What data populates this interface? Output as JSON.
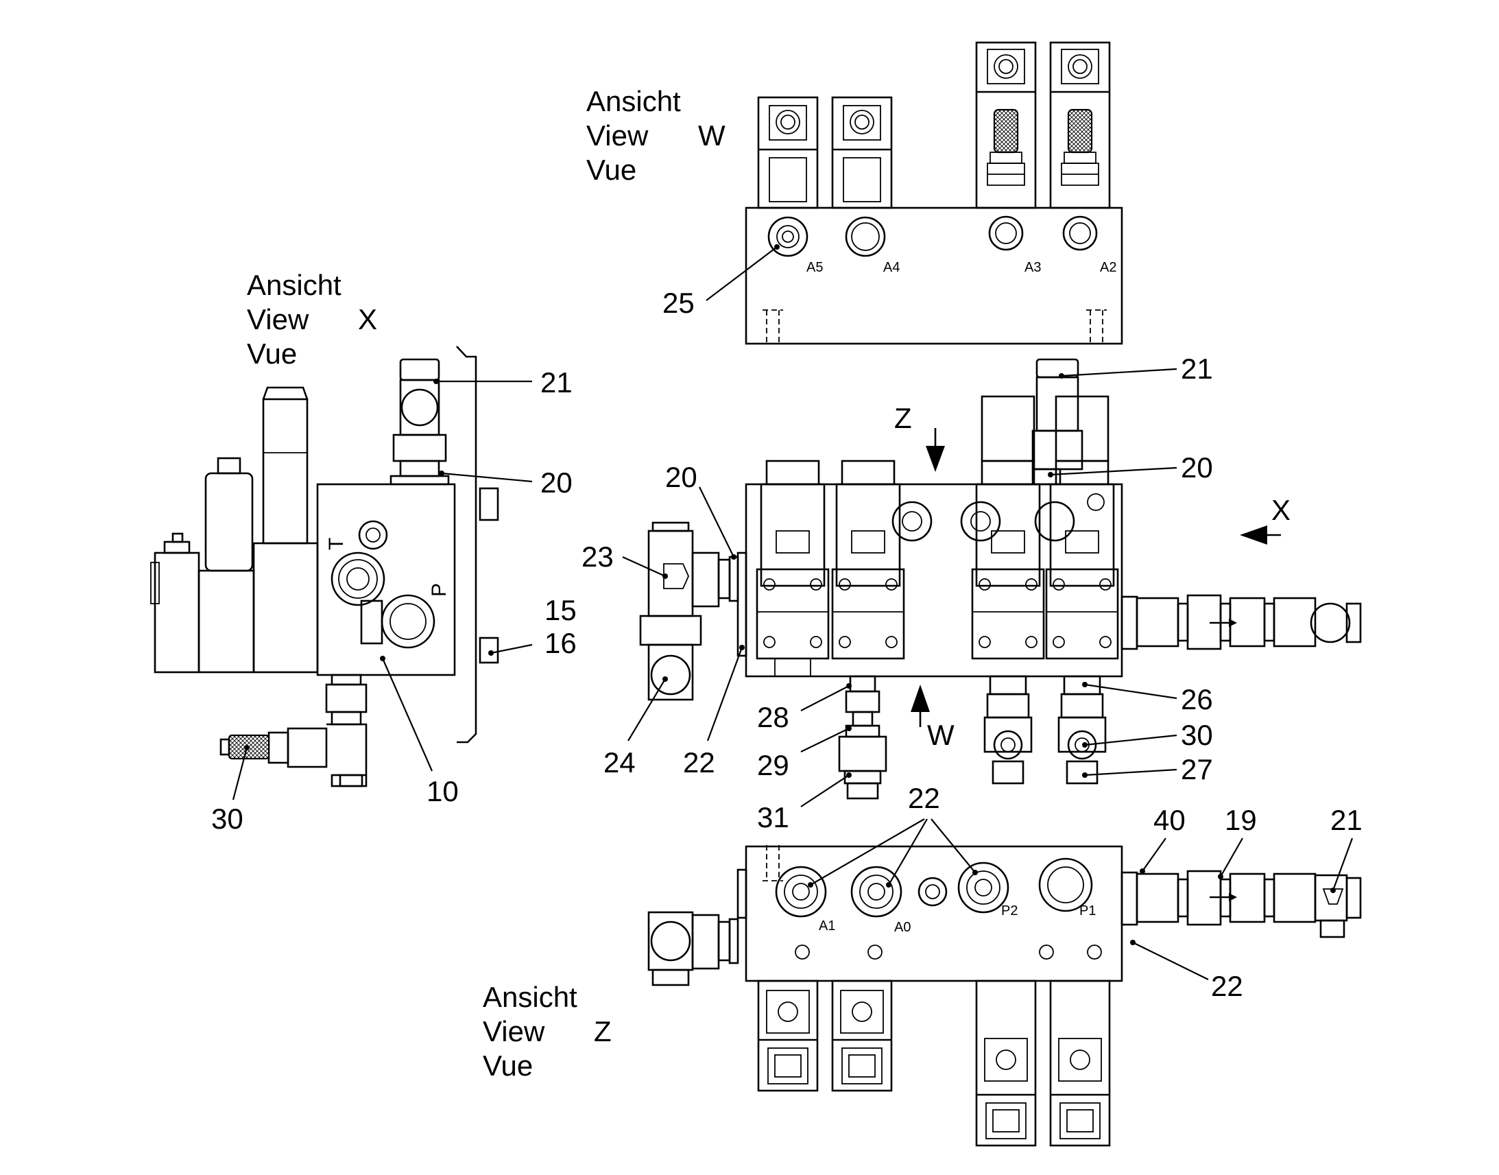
{
  "view_titles": {
    "w": {
      "line1": "Ansicht",
      "line2": "View",
      "line3": "Vue",
      "letter": "W"
    },
    "x": {
      "line1": "Ansicht",
      "line2": "View",
      "line3": "Vue",
      "letter": "X"
    },
    "z": {
      "line1": "Ansicht",
      "line2": "View",
      "line3": "Vue",
      "letter": "Z"
    }
  },
  "direction_markers": {
    "z": "Z",
    "x": "X",
    "w": "W"
  },
  "port_labels": {
    "a5": "A5",
    "a4": "A4",
    "a3": "A3",
    "a2": "A2",
    "a1": "A1",
    "a0": "A0",
    "p2": "P2",
    "p1": "P1",
    "t": "T",
    "p": "P"
  },
  "callouts": {
    "view_w": {
      "c25": "25"
    },
    "view_x": {
      "c21": "21",
      "c20": "20",
      "c15": "15",
      "c16": "16",
      "c10": "10",
      "c30": "30"
    },
    "main": {
      "c21": "21",
      "c20a": "20",
      "c20b": "20",
      "c23": "23",
      "c24": "24",
      "c22": "22",
      "c28": "28",
      "c29": "29",
      "c31": "31",
      "c26": "26",
      "c30": "30",
      "c27": "27"
    },
    "view_z": {
      "c22a": "22",
      "c40": "40",
      "c19": "19",
      "c21": "21",
      "c22b": "22"
    }
  }
}
